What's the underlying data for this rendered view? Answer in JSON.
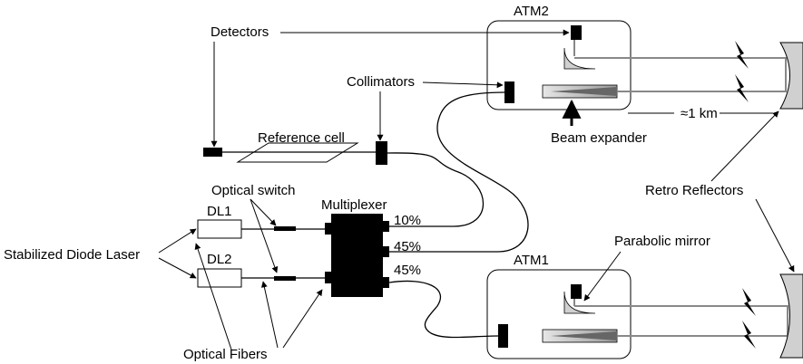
{
  "labels": {
    "detectors": "Detectors",
    "collimators": "Collimators",
    "reference_cell": "Reference cell",
    "atm2": "ATM2",
    "atm1": "ATM1",
    "beam_expander": "Beam expander",
    "distance": "≈1 km",
    "retro_reflectors": "Retro Reflectors",
    "parabolic_mirror": "Parabolic mirror",
    "optical_switch": "Optical switch",
    "multiplexer": "Multiplexer",
    "dl1": "DL1",
    "dl2": "DL2",
    "stabilized_laser": "Stabilized Diode Laser",
    "optical_fibers": "Optical Fibers",
    "split_10": "10%",
    "split_45a": "45%",
    "split_45b": "45%"
  },
  "colors": {
    "beam": "#888888",
    "optics_fill": "#d0d0d0",
    "component": "#000000"
  }
}
